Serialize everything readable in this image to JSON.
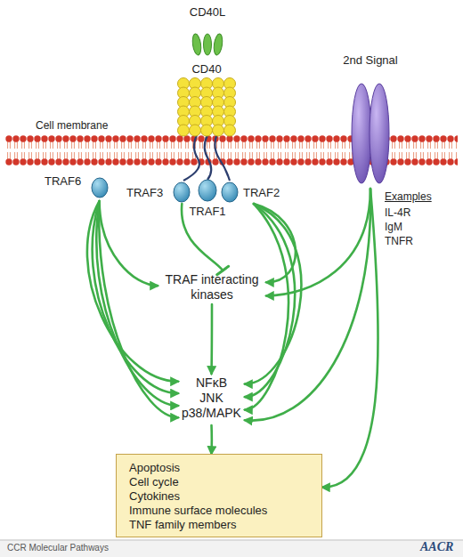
{
  "diagram": {
    "nodes": [
      {
        "text": [
          "CD40L"
        ]
      },
      {
        "text": [
          "CD40"
        ]
      },
      {
        "text": [
          "2nd Signal"
        ]
      },
      {
        "text": [
          "TRAF6"
        ]
      },
      {
        "text": [
          "TRAF3"
        ]
      },
      {
        "text": [
          "TRAF1"
        ]
      },
      {
        "text": [
          "TRAF2"
        ]
      },
      {
        "text": [
          "TRAF interacting kinases"
        ]
      },
      {
        "text": [
          "NFκB JNK p38/MAPK"
        ]
      },
      {
        "text": [
          "Apoptosis",
          "Cell cycle",
          "Cytokines",
          "Immune surface molecules",
          "TNF family members"
        ]
      }
    ],
    "edges": [
      {
        "from": 3,
        "to": 7,
        "arrow": "to"
      },
      {
        "from": 4,
        "to": 7,
        "arrow": "none"
      },
      {
        "from": 6,
        "to": 7,
        "arrow": "to"
      },
      {
        "from": 2,
        "to": 7,
        "arrow": "to"
      },
      {
        "from": 3,
        "to": 8,
        "arrow": "to"
      },
      {
        "from": 3,
        "to": 8,
        "arrow": "to"
      },
      {
        "from": 3,
        "to": 8,
        "arrow": "to"
      },
      {
        "from": 3,
        "to": 8,
        "arrow": "to"
      },
      {
        "from": 6,
        "to": 8,
        "arrow": "to"
      },
      {
        "from": 6,
        "to": 8,
        "arrow": "to"
      },
      {
        "from": 6,
        "to": 8,
        "arrow": "to"
      },
      {
        "from": 2,
        "to": 8,
        "arrow": "to"
      },
      {
        "from": 7,
        "to": 8,
        "arrow": "to"
      },
      {
        "from": 8,
        "to": 9,
        "arrow": "to"
      },
      {
        "from": 2,
        "to": 9,
        "arrow": "to"
      }
    ],
    "labels": [
      "Cell membrane",
      "Examples",
      "IL-4R",
      "IgM",
      "TNFR",
      "CCR Molecular Pathways",
      "AACR"
    ]
  }
}
